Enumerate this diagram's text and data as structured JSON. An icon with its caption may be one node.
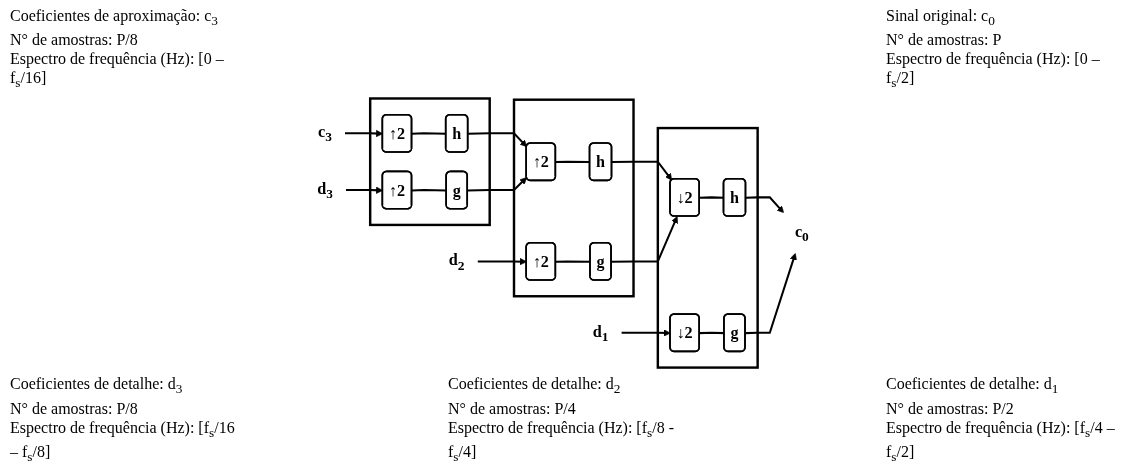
{
  "diagram": {
    "nodes": [
      {
        "text": [
          "c$_{3}$"
        ]
      },
      {
        "text": [
          "d$_{3}$"
        ]
      },
      {
        "text": [],
        "shape": "box"
      },
      {
        "text": [
          "↑2"
        ],
        "in": 2
      },
      {
        "text": [
          "h"
        ],
        "in": 2
      },
      {
        "text": [
          "↑2"
        ],
        "in": 2
      },
      {
        "text": [
          "g"
        ],
        "in": 2
      },
      {
        "text": [
          "d$_{2}$"
        ]
      },
      {
        "text": [],
        "shape": "box"
      },
      {
        "text": [
          "↑2"
        ],
        "in": 8
      },
      {
        "text": [
          "h"
        ],
        "in": 8
      },
      {
        "text": [
          "↑2"
        ],
        "in": 8
      },
      {
        "text": [
          "g"
        ],
        "in": 8
      },
      {
        "text": [
          "d$_{1}$"
        ]
      },
      {
        "text": [],
        "shape": "box"
      },
      {
        "text": [
          "↓2"
        ],
        "in": 14
      },
      {
        "text": [
          "h"
        ],
        "in": 14
      },
      {
        "text": [
          "↓2"
        ],
        "in": 14
      },
      {
        "text": [
          "g"
        ],
        "in": 14
      },
      {
        "text": [
          "c$_{0}$"
        ]
      }
    ],
    "edges": [
      {
        "from": 0,
        "to": 3,
        "arrow": "to"
      },
      {
        "from": 1,
        "to": 5,
        "arrow": "to"
      },
      {
        "from": 3,
        "to": 4,
        "arrow": "none"
      },
      {
        "from": 5,
        "to": 6,
        "arrow": "none"
      },
      {
        "from": 4,
        "to": 9,
        "arrow": "to"
      },
      {
        "from": 6,
        "to": 9,
        "arrow": "to"
      },
      {
        "from": 7,
        "to": 11,
        "arrow": "to"
      },
      {
        "from": 9,
        "to": 10,
        "arrow": "none"
      },
      {
        "from": 11,
        "to": 12,
        "arrow": "none"
      },
      {
        "from": 10,
        "to": 15,
        "arrow": "to"
      },
      {
        "from": 12,
        "to": 15,
        "arrow": "to"
      },
      {
        "from": 13,
        "to": 17,
        "arrow": "to"
      },
      {
        "from": 15,
        "to": 16,
        "arrow": "none"
      },
      {
        "from": 17,
        "to": 18,
        "arrow": "none"
      },
      {
        "from": 16,
        "to": 19,
        "arrow": "to"
      },
      {
        "from": 18,
        "to": 19,
        "arrow": "to"
      }
    ],
    "labels": [
      "Coeficientes de aproximação: c$_{3}$",
      "N° de amostras: P/8",
      "Espectro de frequência (Hz): [0 – f$_{s}$/16]",
      "Sinal original: c$_{0}$",
      "N° de amostras: P",
      "Espectro de frequência (Hz): [0 – f$_{s}$/2]",
      "Coeficientes de detalhe: d$_{3}$",
      "N° de amostras: P/8",
      "Espectro de frequência (Hz): [f$_{s}$/16 – f$_{s}$/8]",
      "Coeficientes de detalhe: d$_{2}$",
      "N° de amostras: P/4",
      "Espectro de frequência (Hz): [f$_{s}$/8 - f$_{s}$/4]",
      "Coeficientes de detalhe: d$_{1}$",
      "N° de amostras: P/2",
      "Espectro de frequência (Hz): [f$_{s}$/4 – f$_{s}$/2]"
    ]
  }
}
